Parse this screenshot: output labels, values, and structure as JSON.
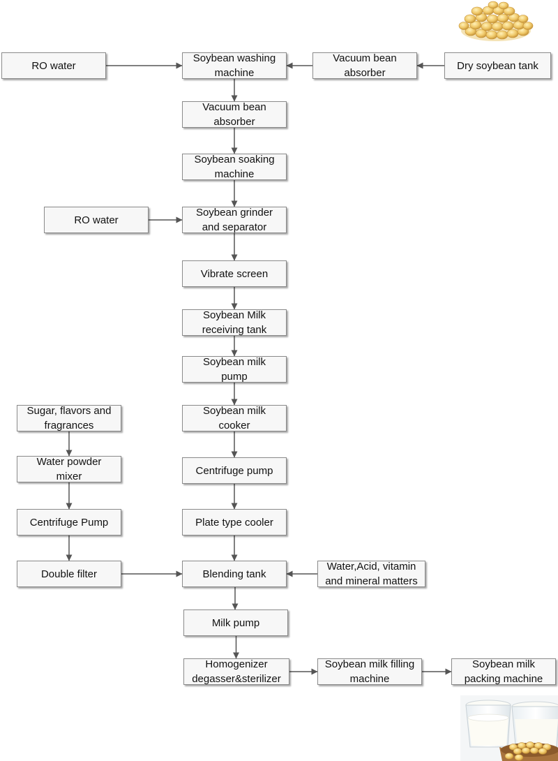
{
  "nodes": {
    "ro_water_1": "RO water",
    "washing_machine": "Soybean washing\nmachine",
    "vacuum_absorber_1": "Vacuum bean\nabsorber",
    "dry_tank": "Dry soybean tank",
    "vacuum_absorber_2": "Vacuum bean\nabsorber",
    "soaking_machine": "Soybean soaking\nmachine",
    "ro_water_2": "RO water",
    "grinder": "Soybean grinder\nand separator",
    "vibrate_screen": "Vibrate screen",
    "receiving_tank": "Soybean Milk\nreceiving tank",
    "milk_pump_1": "Soybean milk\npump",
    "sugar": "Sugar, flavors and\nfragrances",
    "cooker": "Soybean milk\ncooker",
    "powder_mixer": "Water powder\nmixer",
    "centrifuge_pump_1": "Centrifuge pump",
    "centrifuge_pump_2": "Centrifuge Pump",
    "plate_cooler": "Plate type cooler",
    "double_filter": "Double filter",
    "blending_tank": "Blending tank",
    "water_acid": "Water,Acid, vitamin\nand mineral matters",
    "milk_pump_2": "Milk pump",
    "homogenizer": "Homogenizer\ndegasser&sterilizer",
    "filling_machine": "Soybean milk filling\nmachine",
    "packing_machine": "Soybean milk\npacking machine"
  },
  "edges": [
    [
      "ro_water_1",
      "washing_machine"
    ],
    [
      "vacuum_absorber_1",
      "washing_machine"
    ],
    [
      "dry_tank",
      "vacuum_absorber_1"
    ],
    [
      "washing_machine",
      "vacuum_absorber_2"
    ],
    [
      "vacuum_absorber_2",
      "soaking_machine"
    ],
    [
      "soaking_machine",
      "grinder"
    ],
    [
      "ro_water_2",
      "grinder"
    ],
    [
      "grinder",
      "vibrate_screen"
    ],
    [
      "vibrate_screen",
      "receiving_tank"
    ],
    [
      "receiving_tank",
      "milk_pump_1"
    ],
    [
      "milk_pump_1",
      "cooker"
    ],
    [
      "cooker",
      "centrifuge_pump_1"
    ],
    [
      "centrifuge_pump_1",
      "plate_cooler"
    ],
    [
      "plate_cooler",
      "blending_tank"
    ],
    [
      "sugar",
      "powder_mixer"
    ],
    [
      "powder_mixer",
      "centrifuge_pump_2"
    ],
    [
      "centrifuge_pump_2",
      "double_filter"
    ],
    [
      "double_filter",
      "blending_tank"
    ],
    [
      "water_acid",
      "blending_tank"
    ],
    [
      "blending_tank",
      "milk_pump_2"
    ],
    [
      "milk_pump_2",
      "homogenizer"
    ],
    [
      "homogenizer",
      "filling_machine"
    ],
    [
      "filling_machine",
      "packing_machine"
    ]
  ],
  "images": {
    "top": "soybeans-pile-image",
    "bottom": "soy-milk-glass-image"
  }
}
